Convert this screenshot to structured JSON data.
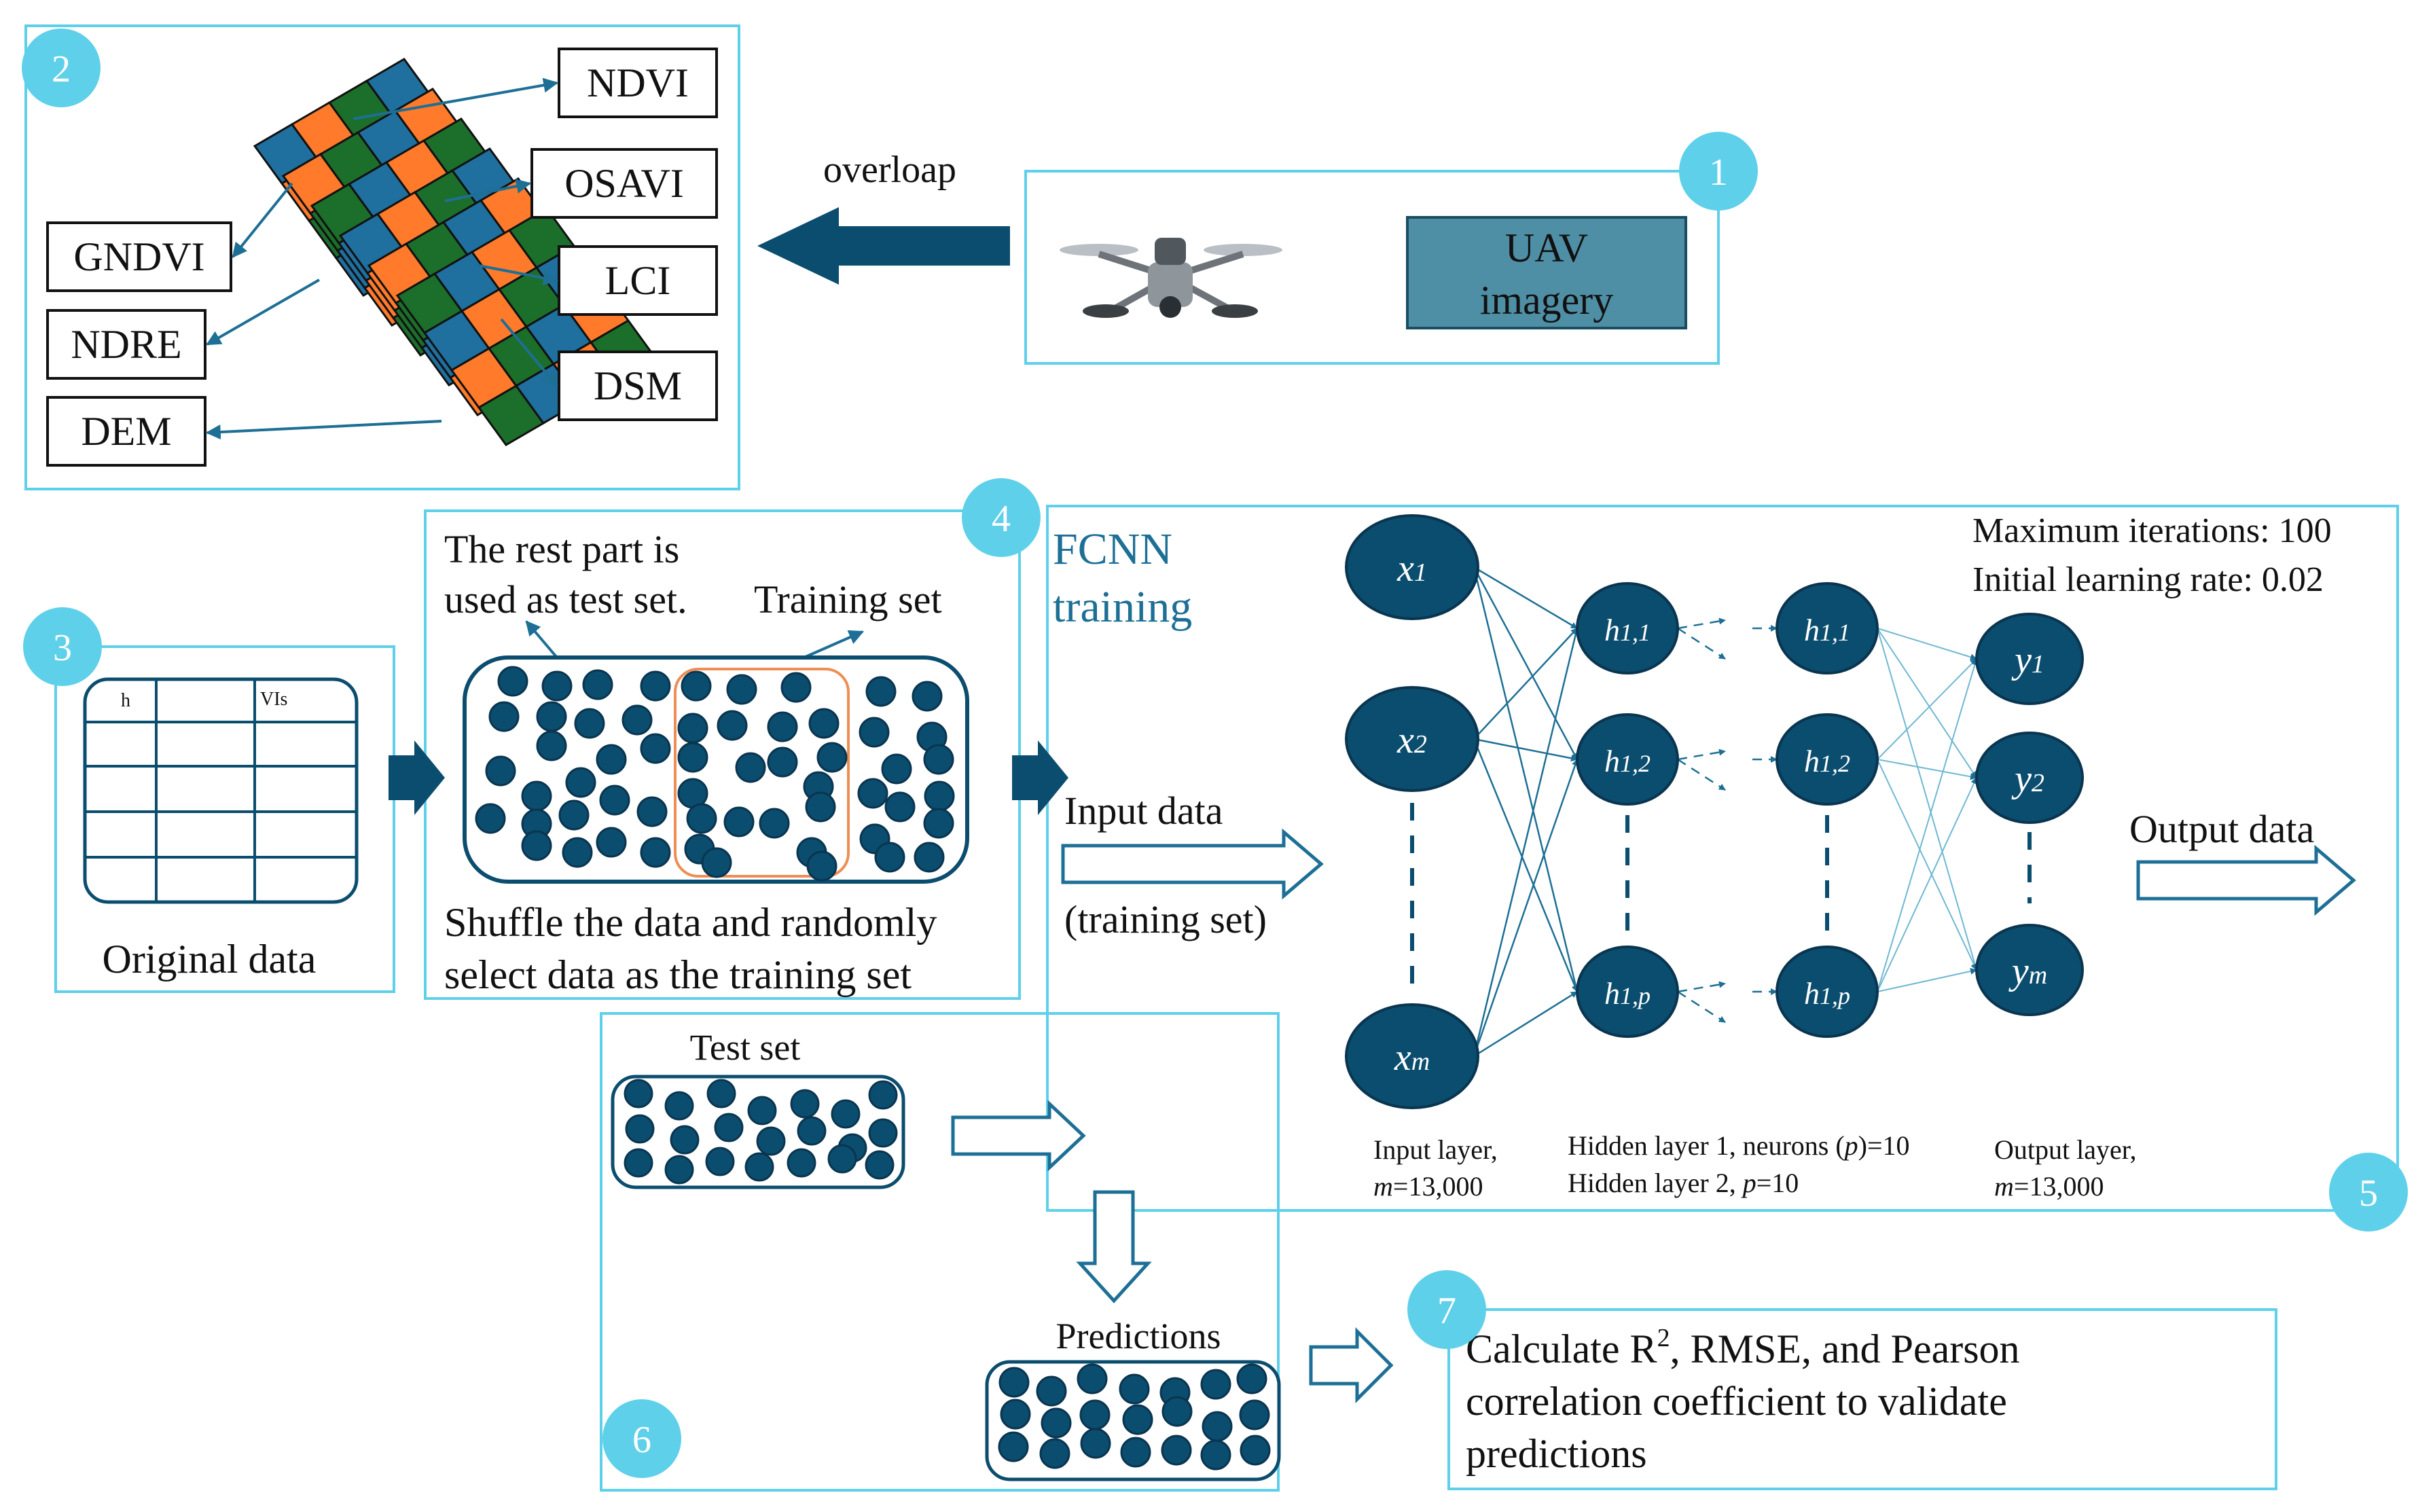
{
  "colors": {
    "panel_border": "#5fd0ea",
    "badge": "#5fd0ea",
    "node": "#0b4d6e",
    "node_stroke": "#0a3550",
    "arrow_dark": "#0b4d6e",
    "accent_text": "#1d6f95",
    "grid_blue": "#1f6f9f",
    "grid_green": "#1c6e2b",
    "grid_orange": "#ff7a2a",
    "training_outline": "#ee8e54",
    "uav_fill": "#4f8fa6"
  },
  "badges": [
    "1",
    "2",
    "3",
    "4",
    "5",
    "6",
    "7"
  ],
  "panel1": {
    "uav_line1": "UAV",
    "uav_line2": "imagery",
    "drone_icon": "drone-icon"
  },
  "panel2": {
    "arrow_label": "overloap",
    "right_labels": [
      "NDVI",
      "OSAVI",
      "LCI",
      "DSM"
    ],
    "left_labels": [
      "GNDVI",
      "NDRE",
      "DEM"
    ]
  },
  "panel3": {
    "table_headers": [
      "h",
      "",
      "VIs"
    ],
    "caption": "Original data"
  },
  "panel4": {
    "test_note_line1": "The rest part is",
    "test_note_line2": "used as test set.",
    "training_label": "Training set",
    "caption_line1": "Shuffle the data and randomly",
    "caption_line2": "select data as the training set"
  },
  "panel5": {
    "title_line1": "FCNN",
    "title_line2": "training",
    "params_line1": "Maximum iterations: 100",
    "params_line2": "Initial learning rate: 0.02",
    "input_label_line1": "Input data",
    "input_label_line2": "(training set)",
    "output_label": "Output data",
    "nodes": {
      "inputs": [
        {
          "base": "x",
          "sub": "1"
        },
        {
          "base": "x",
          "sub": "2"
        },
        {
          "base": "x",
          "sub": "m"
        }
      ],
      "hidden1": [
        {
          "base": "h",
          "sub": "1,1"
        },
        {
          "base": "h",
          "sub": "1,2"
        },
        {
          "base": "h",
          "sub": "1,p"
        }
      ],
      "hidden2": [
        {
          "base": "h",
          "sub": "1,1"
        },
        {
          "base": "h",
          "sub": "1,2"
        },
        {
          "base": "h",
          "sub": "1,p"
        }
      ],
      "outputs": [
        {
          "base": "y",
          "sub": "1"
        },
        {
          "base": "y",
          "sub": "2"
        },
        {
          "base": "y",
          "sub": "m"
        }
      ]
    },
    "layer_labels": {
      "input_line1": "Input layer,",
      "input_line2_var": "m",
      "input_line2_rest": "=13,000",
      "hidden_line1_text": "Hidden layer 1, neurons (",
      "hidden_line1_var": "p",
      "hidden_line1_tail": ")=10",
      "hidden_line2_text": "Hidden layer 2, ",
      "hidden_line2_var": "p",
      "hidden_line2_tail": "=10",
      "output_line1": "Output layer,",
      "output_line2_var": "m",
      "output_line2_rest": "=13,000"
    }
  },
  "panel6": {
    "test_label": "Test set",
    "predictions_label": "Predictions"
  },
  "panel7": {
    "line1_a": "Calculate R",
    "line1_sup": "2",
    "line1_b": ", RMSE, and Pearson",
    "line2": "correlation coefficient to validate",
    "line3": "predictions"
  }
}
